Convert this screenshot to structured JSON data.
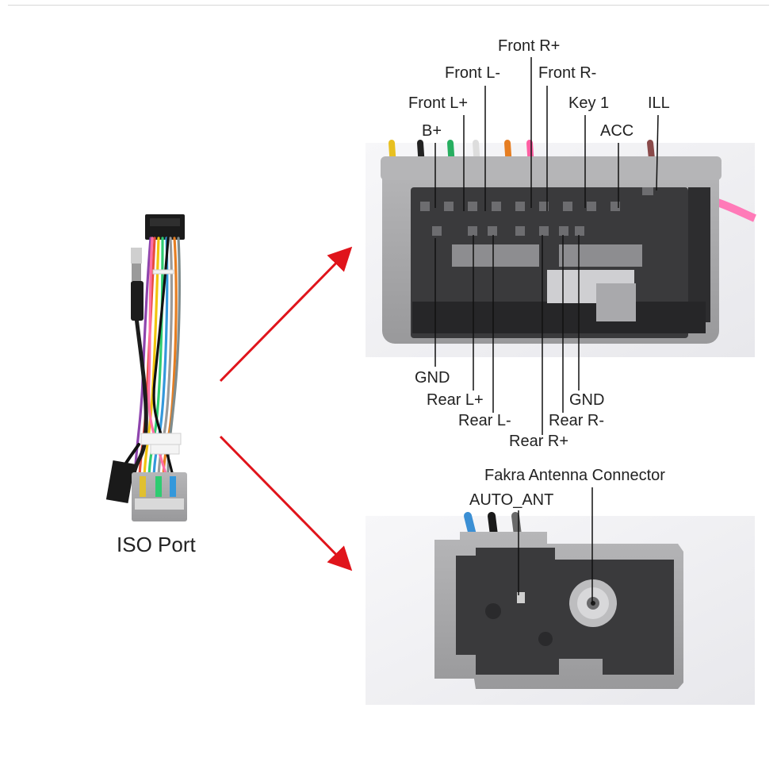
{
  "iso_port_label": "ISO Port",
  "top_connector": {
    "top_labels": [
      "Front R+",
      "Front L-",
      "Front R-",
      "Front L+",
      "Key 1",
      "ILL",
      "B+",
      "ACC"
    ],
    "bottom_labels": [
      "GND",
      "Rear L+",
      "GND",
      "Rear L-",
      "Rear R-",
      "Rear R+"
    ]
  },
  "bottom_connector": {
    "labels": [
      "Fakra Antenna Connector",
      "AUTO_ANT"
    ]
  },
  "colors": {
    "arrow": "#e0141b",
    "connector_gray": "#a7a7a9",
    "photo_bg": "#f2f2f4"
  }
}
